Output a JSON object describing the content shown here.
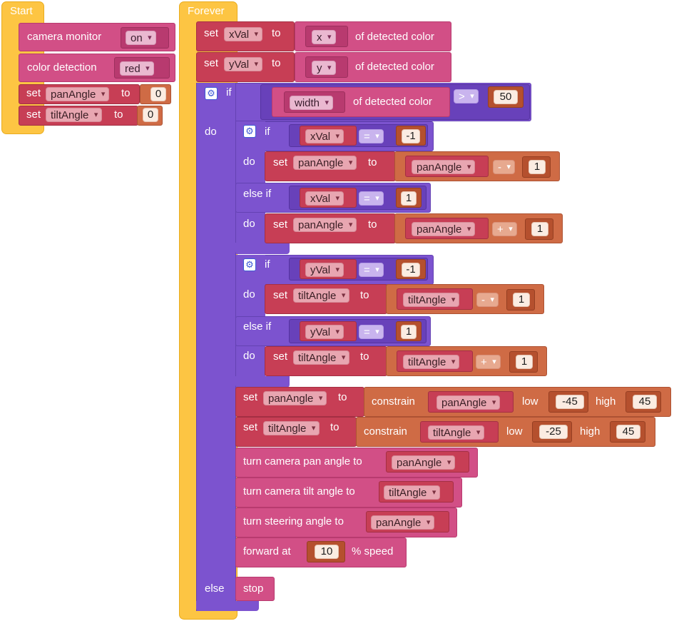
{
  "start": {
    "hat_label": "Start",
    "camera_monitor": {
      "label": "camera monitor",
      "value": "on"
    },
    "color_detection": {
      "label": "color detection",
      "value": "red"
    },
    "set_pan": {
      "set": "set",
      "var": "panAngle",
      "to": "to",
      "value": "0"
    },
    "set_tilt": {
      "set": "set",
      "var": "tiltAngle",
      "to": "to",
      "value": "0"
    }
  },
  "forever": {
    "hat_label": "Forever",
    "set_x": {
      "set": "set",
      "var": "xVal",
      "to": "to",
      "prop": "x",
      "suffix": "of detected color"
    },
    "set_y": {
      "set": "set",
      "var": "yVal",
      "to": "to",
      "prop": "y",
      "suffix": "of detected color"
    },
    "outer_if": {
      "if": "if",
      "prop": "width",
      "suffix": "of detected color",
      "op": ">",
      "value": "50",
      "do": "do",
      "else": "else"
    },
    "if_x": {
      "if": "if",
      "var": "xVal",
      "op": "=",
      "value": "-1",
      "do": "do",
      "set1": {
        "set": "set",
        "var": "panAngle",
        "to": "to",
        "rhs_var": "panAngle",
        "op": "-",
        "value": "1"
      },
      "elseif": "else if",
      "var2": "xVal",
      "op2": "=",
      "value2": "1",
      "do2": "do",
      "set2": {
        "set": "set",
        "var": "panAngle",
        "to": "to",
        "rhs_var": "panAngle",
        "op": "+",
        "value": "1"
      }
    },
    "if_y": {
      "if": "if",
      "var": "yVal",
      "op": "=",
      "value": "-1",
      "do": "do",
      "set1": {
        "set": "set",
        "var": "tiltAngle",
        "to": "to",
        "rhs_var": "tiltAngle",
        "op": "-",
        "value": "1"
      },
      "elseif": "else if",
      "var2": "yVal",
      "op2": "=",
      "value2": "1",
      "do2": "do",
      "set2": {
        "set": "set",
        "var": "tiltAngle",
        "to": "to",
        "rhs_var": "tiltAngle",
        "op": "+",
        "value": "1"
      }
    },
    "constrain_pan": {
      "set": "set",
      "var": "panAngle",
      "to": "to",
      "constrain": "constrain",
      "arg": "panAngle",
      "low": "low",
      "low_value": "-45",
      "high": "high",
      "high_value": "45"
    },
    "constrain_tilt": {
      "set": "set",
      "var": "tiltAngle",
      "to": "to",
      "constrain": "constrain",
      "arg": "tiltAngle",
      "low": "low",
      "low_value": "-25",
      "high": "high",
      "high_value": "45"
    },
    "turn_pan": {
      "label": "turn camera pan angle to",
      "var": "panAngle"
    },
    "turn_tilt": {
      "label": "turn camera tilt angle to",
      "var": "tiltAngle"
    },
    "turn_steer": {
      "label": "turn steering angle to",
      "var": "panAngle"
    },
    "forward": {
      "label": "forward at",
      "value": "10",
      "suffix": "% speed"
    },
    "stop": {
      "label": "stop"
    }
  },
  "colors": {
    "hat": "#fdc543",
    "camera": "#d24f86",
    "variable": "#c73e55",
    "logic": "#7c53cf",
    "math": "#cf6b45"
  }
}
